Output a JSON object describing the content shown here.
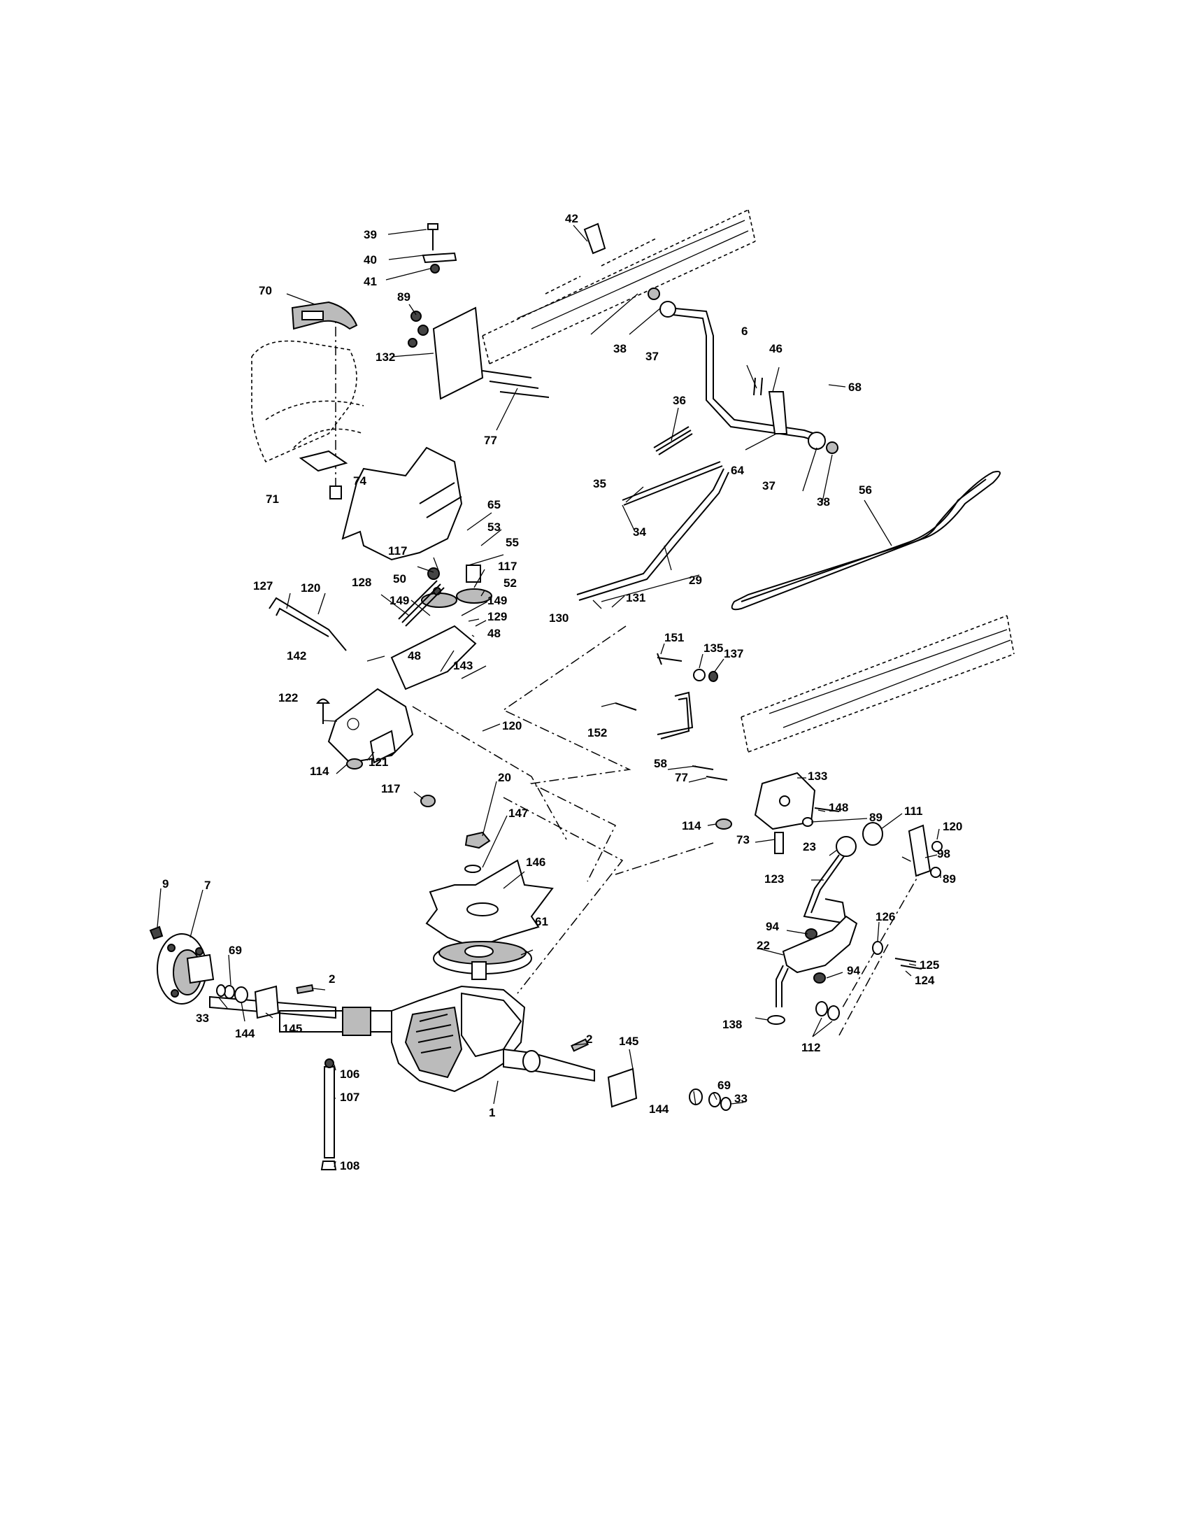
{
  "diagram": {
    "labels": [
      "39",
      "40",
      "41",
      "42",
      "70",
      "89",
      "132",
      "38",
      "37",
      "6",
      "46",
      "68",
      "77",
      "36",
      "64",
      "37",
      "38",
      "71",
      "74",
      "35",
      "34",
      "56",
      "65",
      "53",
      "55",
      "117",
      "117",
      "50",
      "52",
      "127",
      "120",
      "128",
      "149",
      "149",
      "129",
      "48",
      "48",
      "29",
      "130",
      "131",
      "142",
      "143",
      "151",
      "135",
      "137",
      "122",
      "120",
      "152",
      "114",
      "121",
      "117",
      "58",
      "77",
      "133",
      "20",
      "148",
      "147",
      "89",
      "111",
      "114",
      "73",
      "120",
      "23",
      "98",
      "9",
      "7",
      "146",
      "89",
      "123",
      "61",
      "94",
      "126",
      "22",
      "125",
      "69",
      "2",
      "94",
      "124",
      "33",
      "144",
      "145",
      "138",
      "112",
      "2",
      "145",
      "106",
      "69",
      "33",
      "107",
      "144",
      "1",
      "108"
    ]
  }
}
